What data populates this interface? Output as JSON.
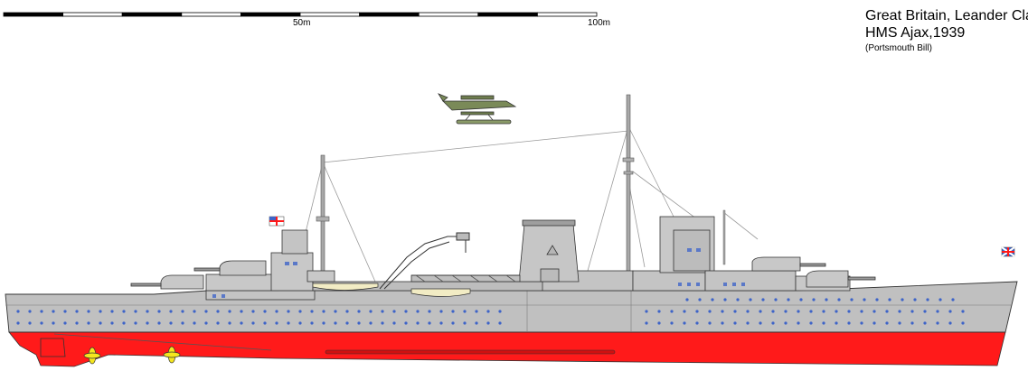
{
  "caption": {
    "line1": "Great Britain, Leander Cla",
    "line2": "HMS Ajax,1939",
    "line3": "(Portsmouth Bill)"
  },
  "scale": {
    "label_50": "50m",
    "label_100": "100m",
    "segments": 10
  },
  "colors": {
    "hull_grey": "#c0c0c0",
    "antifouling_red": "#ff1a1a",
    "propeller_yellow": "#f5e61e",
    "porthole_blue": "#3d63c8",
    "window_blue": "#5a78c8",
    "seaplane_green": "#7a8a58",
    "boat_cream": "#f2ecc4",
    "deck_dark": "#8c8c8c"
  }
}
